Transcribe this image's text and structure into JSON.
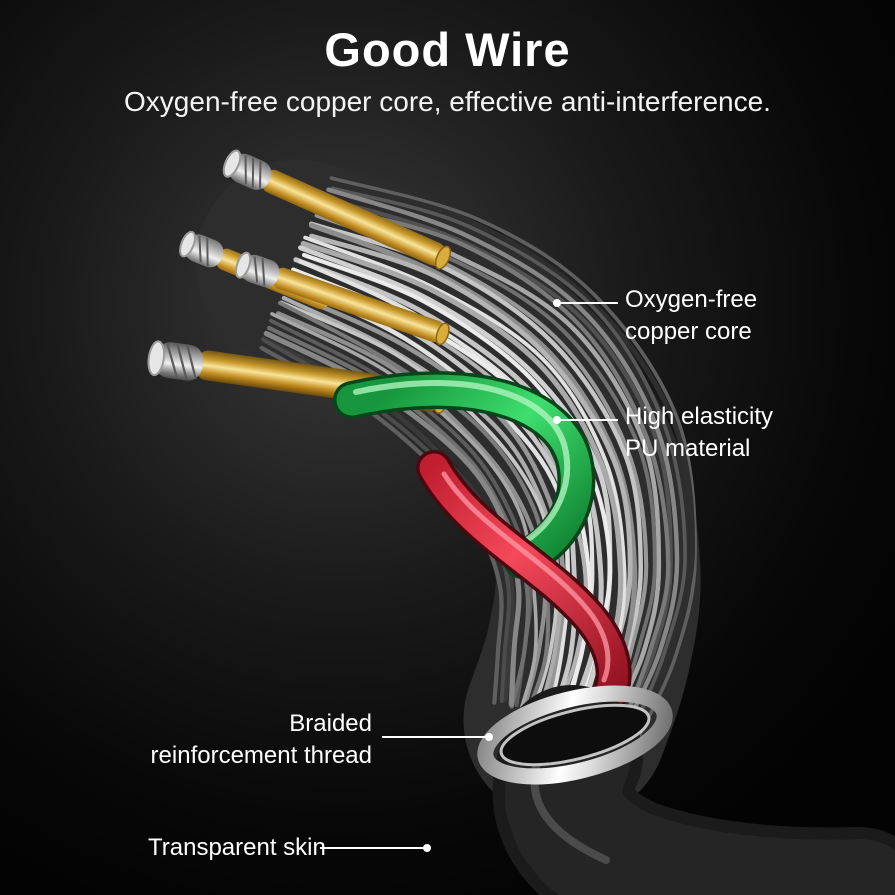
{
  "header": {
    "title": "Good Wire",
    "subtitle": "Oxygen-free copper core, effective anti-interference."
  },
  "callouts": [
    {
      "id": "copper-core",
      "line1": "Oxygen-free",
      "line2": "copper core"
    },
    {
      "id": "pu-material",
      "line1": "High elasticity",
      "line2": "PU material"
    },
    {
      "id": "braided-thread",
      "line1": "Braided",
      "line2": "reinforcement thread"
    },
    {
      "id": "transparent-skin",
      "line1": "Transparent skin"
    }
  ],
  "colors": {
    "background": "#0a0a0a",
    "text": "#ffffff",
    "copper_core": "#d9a62c",
    "pu_wire_green": "#2ecc5e",
    "pu_wire_red": "#e8374a",
    "braid_silver": "#bdbdbd",
    "skin_collar": "#ffffff",
    "outer_sheath": "#1b1b1b"
  }
}
